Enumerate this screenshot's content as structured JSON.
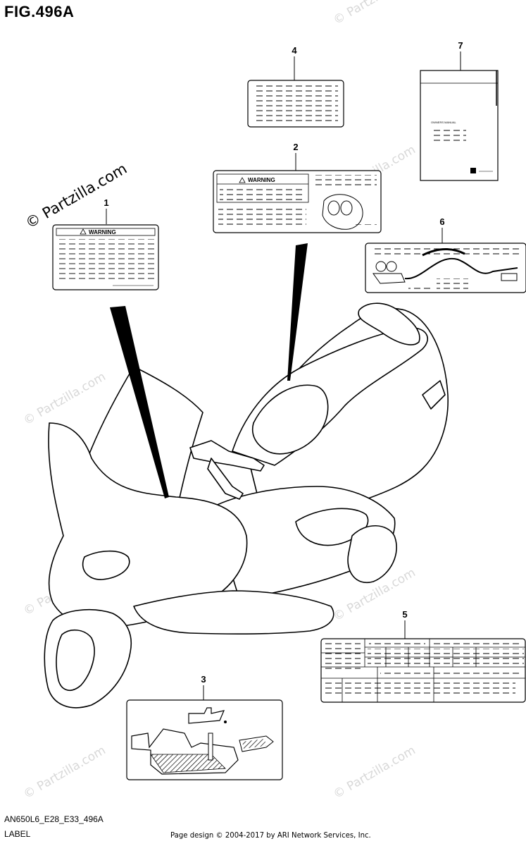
{
  "figure": {
    "title": "FIG.496A",
    "part_code": "AN650L6_E28_E33_496A",
    "section": "LABEL",
    "copyright": "Page design © 2004-2017 by ARI Network Services, Inc."
  },
  "watermark": {
    "text": "© Partzilla.com"
  },
  "callouts": {
    "c1": "1",
    "c2": "2",
    "c3": "3",
    "c4": "4",
    "c5": "5",
    "c6": "6",
    "c7": "7"
  },
  "labels": {
    "warning_1": "WARNING",
    "warning_2": "WARNING",
    "manual_title": "OWNERS MANUAL"
  }
}
